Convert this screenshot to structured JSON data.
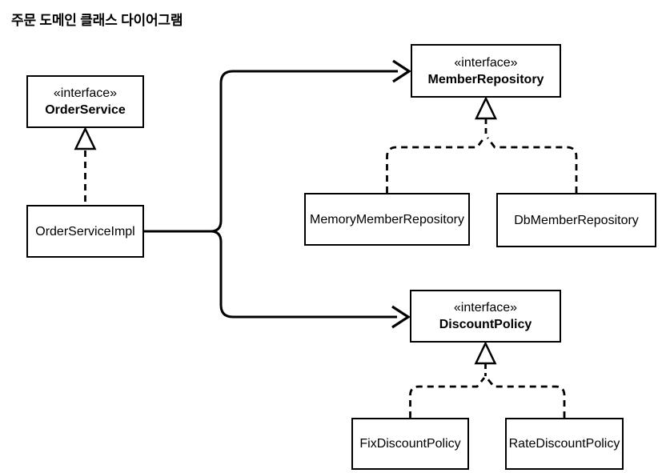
{
  "title": "주문 도메인 클래스 다이어그램",
  "colors": {
    "background": "#ffffff",
    "stroke": "#000000",
    "text": "#000000"
  },
  "classes": {
    "order_service": {
      "stereotype": "«interface»",
      "name": "OrderService"
    },
    "order_service_impl": {
      "name": "OrderServiceImpl"
    },
    "member_repository": {
      "stereotype": "«interface»",
      "name": "MemberRepository"
    },
    "memory_member_repository": {
      "name": "MemoryMemberRepository"
    },
    "db_member_repository": {
      "name": "DbMemberRepository"
    },
    "discount_policy": {
      "stereotype": "«interface»",
      "name": "DiscountPolicy"
    },
    "fix_discount_policy": {
      "name": "FixDiscountPolicy"
    },
    "rate_discount_policy": {
      "name": "RateDiscountPolicy"
    }
  },
  "relationships": [
    {
      "type": "realization",
      "from": "OrderServiceImpl",
      "to": "OrderService"
    },
    {
      "type": "dependency",
      "from": "OrderServiceImpl",
      "to": "MemberRepository"
    },
    {
      "type": "dependency",
      "from": "OrderServiceImpl",
      "to": "DiscountPolicy"
    },
    {
      "type": "realization",
      "from": "MemoryMemberRepository",
      "to": "MemberRepository"
    },
    {
      "type": "realization",
      "from": "DbMemberRepository",
      "to": "MemberRepository"
    },
    {
      "type": "realization",
      "from": "FixDiscountPolicy",
      "to": "DiscountPolicy"
    },
    {
      "type": "realization",
      "from": "RateDiscountPolicy",
      "to": "DiscountPolicy"
    }
  ]
}
